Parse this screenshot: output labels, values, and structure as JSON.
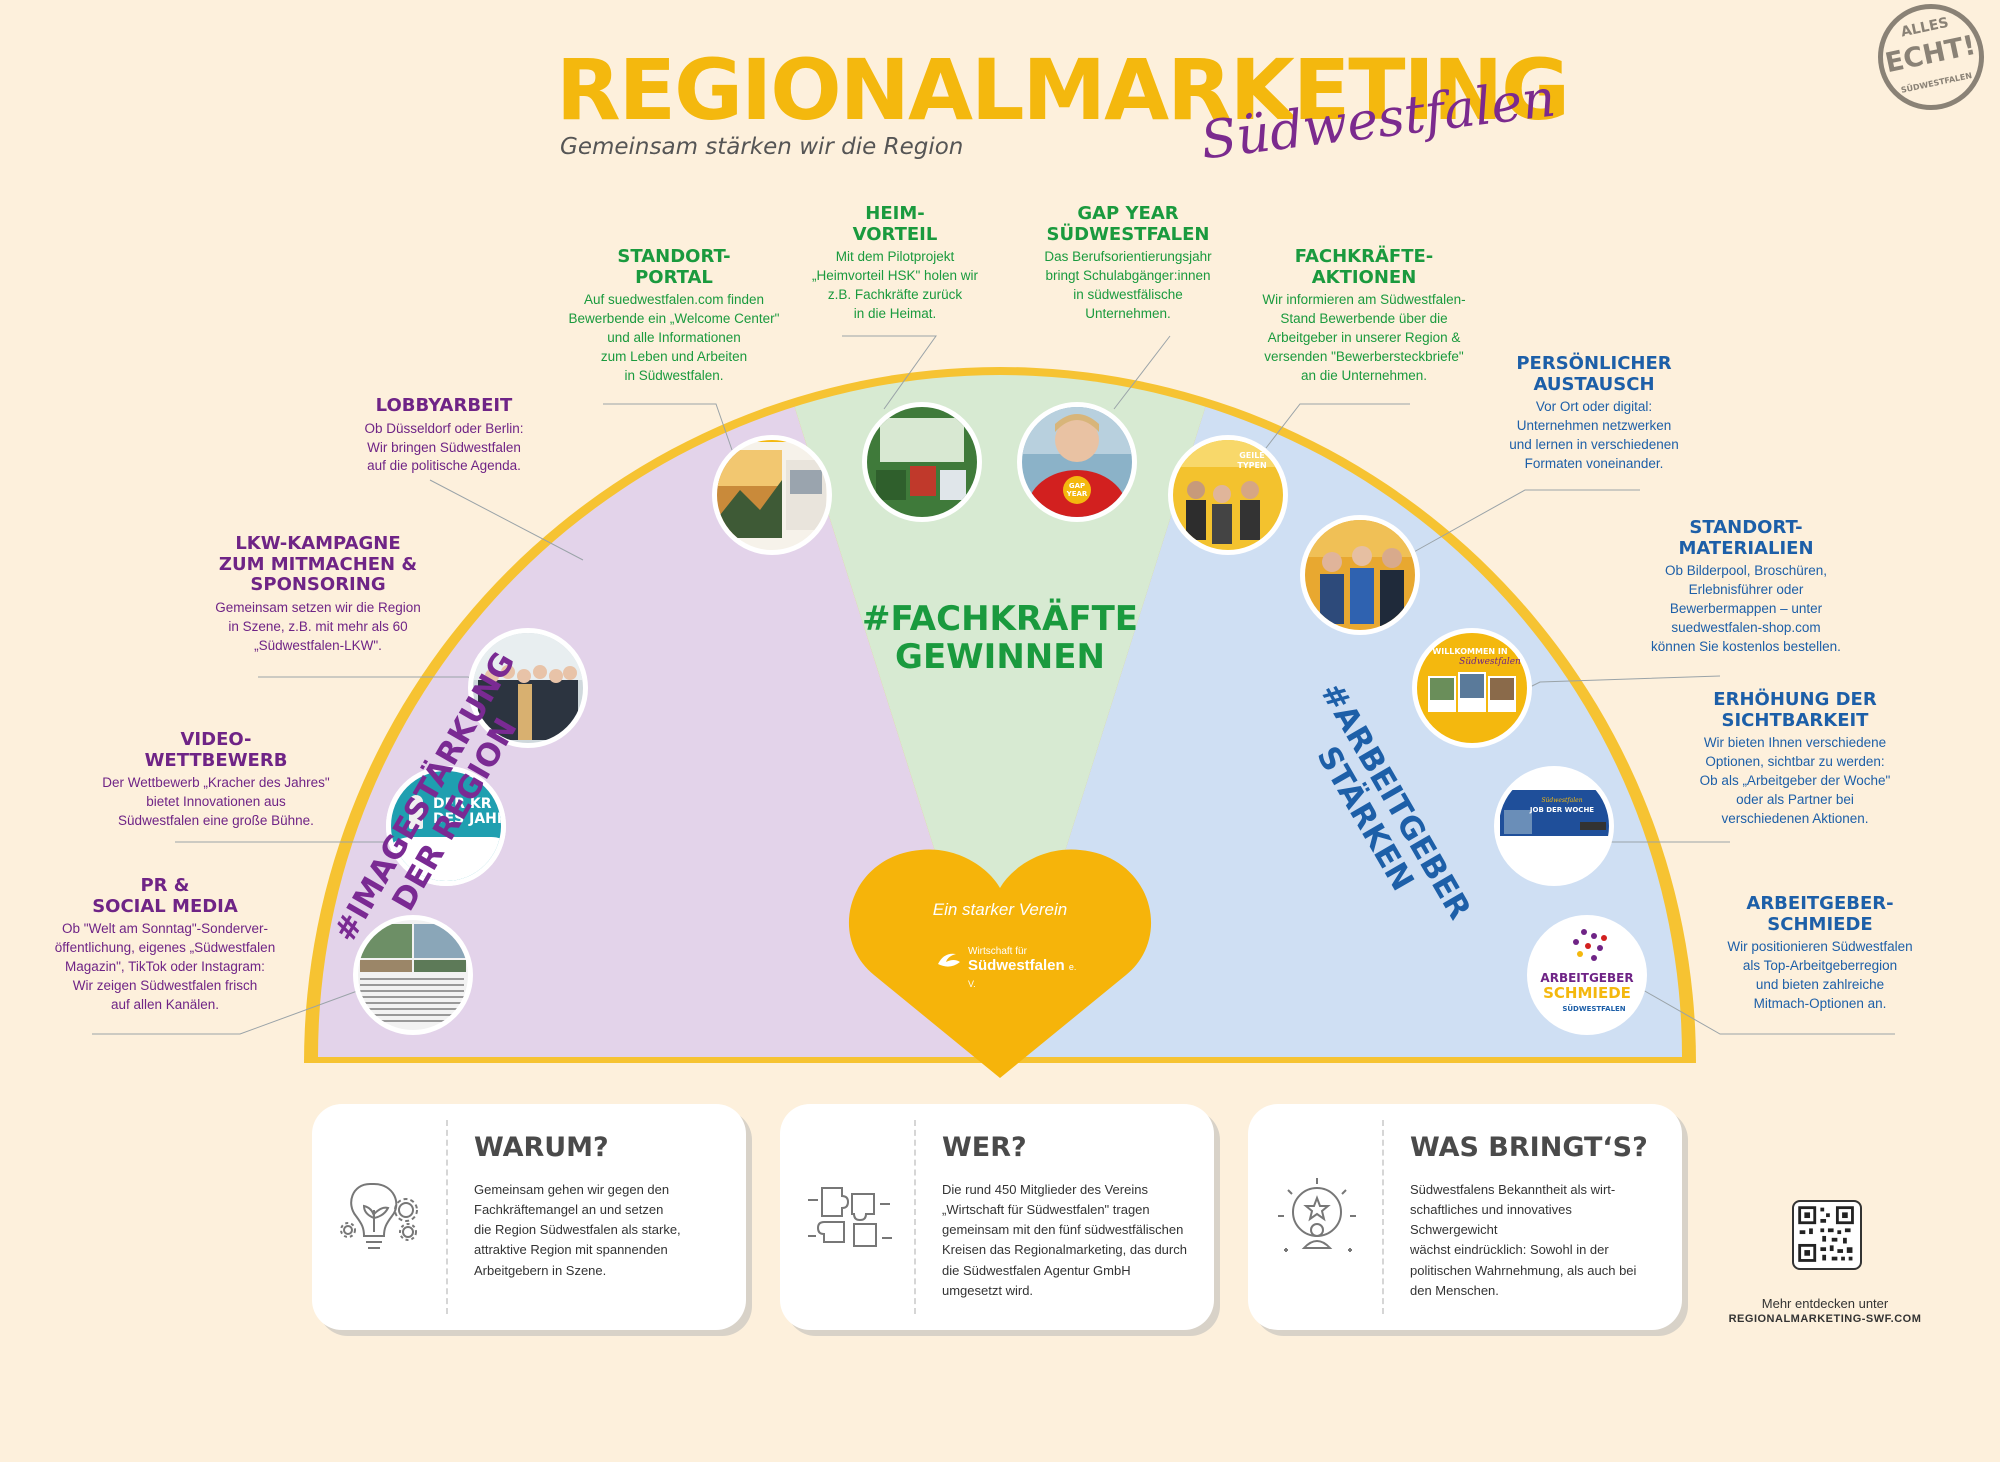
{
  "header": {
    "title": "REGIONALMARKETING",
    "subtitle": "Südwestfalen",
    "tagline": "Gemeinsam stärken wir die Region"
  },
  "stamp": {
    "line1": "ALLES",
    "line2": "ECHT!",
    "line3": "SÜDWESTFALEN"
  },
  "colors": {
    "purple": "#6f2486",
    "green": "#1a9a3e",
    "blue": "#1d5fa8",
    "gold": "#f4b80e",
    "background": "#fdf0dc"
  },
  "sectors": {
    "left": {
      "label": "#IMAGESTÄRKUNG\nDER REGION"
    },
    "middle": {
      "label": "#FACHKRÄFTE\nGEWINNEN"
    },
    "right": {
      "label": "#ARBEITGEBER\nSTÄRKEN"
    }
  },
  "center": {
    "text": "Ein starker Verein",
    "logo_small": "Wirtschaft für",
    "logo_big": "Südwestfalen",
    "logo_suffix": "e. V."
  },
  "features": [
    {
      "title": "PR &\nSOCIAL MEDIA",
      "text": "Ob \"Welt am Sonntag\"-Sonderver-\nöffentlichung, eigenes „Südwestfalen\nMagazin\", TikTok oder Instagram:\nWir zeigen Südwestfalen frisch\nauf allen Kanälen."
    },
    {
      "title": "VIDEO-\nWETTBEWERB",
      "text": "Der Wettbewerb „Kracher des Jahres\"\nbietet Innovationen aus\nSüdwestfalen eine große Bühne."
    },
    {
      "title": "LKW-KAMPAGNE\nZUM MITMACHEN &\nSPONSORING",
      "text": "Gemeinsam setzen wir die Region\nin Szene, z.B. mit mehr als 60\n„Südwestfalen-LKW\"."
    },
    {
      "title": "LOBBYARBEIT",
      "text": "Ob Düsseldorf oder Berlin:\nWir bringen Südwestfalen\nauf die politische Agenda."
    },
    {
      "title": "STANDORT-\nPORTAL",
      "text": "Auf suedwestfalen.com finden\nBewerbende ein „Welcome Center\"\nund alle Informationen\nzum Leben und Arbeiten\nin Südwestfalen."
    },
    {
      "title": "HEIM-\nVORTEIL",
      "text": "Mit dem Pilotprojekt\n„Heimvorteil HSK\" holen wir\nz.B. Fachkräfte zurück\nin die Heimat."
    },
    {
      "title": "GAP YEAR\nSÜDWESTFALEN",
      "text": "Das Berufsorientierungsjahr\nbringt Schulabgänger:innen\nin südwestfälische\nUnternehmen."
    },
    {
      "title": "FACHKRÄFTE-\nAKTIONEN",
      "text": "Wir informieren am Südwestfalen-\nStand Bewerbende über die\nArbeitgeber in unserer Region &\nversenden \"Bewerbersteckbriefe\"\nan die Unternehmen."
    },
    {
      "title": "PERSÖNLICHER\nAUSTAUSCH",
      "text": "Vor Ort oder digital:\nUnternehmen netzwerken\nund lernen in verschiedenen\nFormaten voneinander."
    },
    {
      "title": "STANDORT-\nMATERIALIEN",
      "text": "Ob Bilderpool, Broschüren,\nErlebnisführer oder\nBewerbermappen – unter\nsuedwestfalen-shop.com\nkönnen Sie kostenlos bestellen."
    },
    {
      "title": "ERHÖHUNG DER\nSICHTBARKEIT",
      "text": "Wir bieten Ihnen verschiedene\nOptionen, sichtbar zu werden:\nOb als „Arbeitgeber der Woche\"\noder als Partner bei\nverschiedenen Aktionen."
    },
    {
      "title": "ARBEITGEBER-\nSCHMIEDE",
      "text": "Wir positionieren Südwestfalen\nals Top-Arbeitgeberregion\nund bieten zahlreiche\nMitmach-Optionen an."
    }
  ],
  "photo_texts": {
    "video_line1": "DER KR",
    "video_line2": "DES JAHR",
    "gap_line1": "GAP",
    "gap_line2": "YEAR",
    "geile_line1": "GEILE",
    "geile_line2": "TYPEN",
    "willkommen": "WILLKOMMEN IN",
    "willkommen_script": "Südwestfalen",
    "job_line1": "Südwestfalen",
    "job_line2": "JOB DER WOCHE",
    "schmiede_line1": "ARBEITGEBER",
    "schmiede_line2": "SCHMIEDE",
    "schmiede_line3": "SÜDWESTFALEN"
  },
  "cards": [
    {
      "title": "WARUM?",
      "text": "Gemeinsam gehen wir gegen den\n Fachkräftemangel an und setzen\ndie Region Südwestfalen als starke,\nattraktive Region mit spannenden\nArbeitgebern in Szene.",
      "icon": "lightbulb-gears-icon"
    },
    {
      "title": "WER?",
      "text": "Die rund 450 Mitglieder des Vereins\n„Wirtschaft für Südwestfalen\" tragen\ngemeinsam mit den fünf südwestfälischen\nKreisen das Regionalmarketing, das durch\ndie Südwestfalen Agentur GmbH\numgesetzt wird.",
      "icon": "puzzle-hands-icon"
    },
    {
      "title": "WAS BRINGT‘S?",
      "text": "Südwestfalens Bekanntheit als wirt-\nschaftliches und innovatives Schwergewicht\nwächst eindrücklich: Sowohl in der\npolitischen Wahrnehmung, als auch bei\nden Menschen.",
      "icon": "star-person-icon"
    }
  ],
  "footer": {
    "more_line1": "Mehr entdecken unter",
    "more_line2": "REGIONALMARKETING-SWF.COM"
  }
}
